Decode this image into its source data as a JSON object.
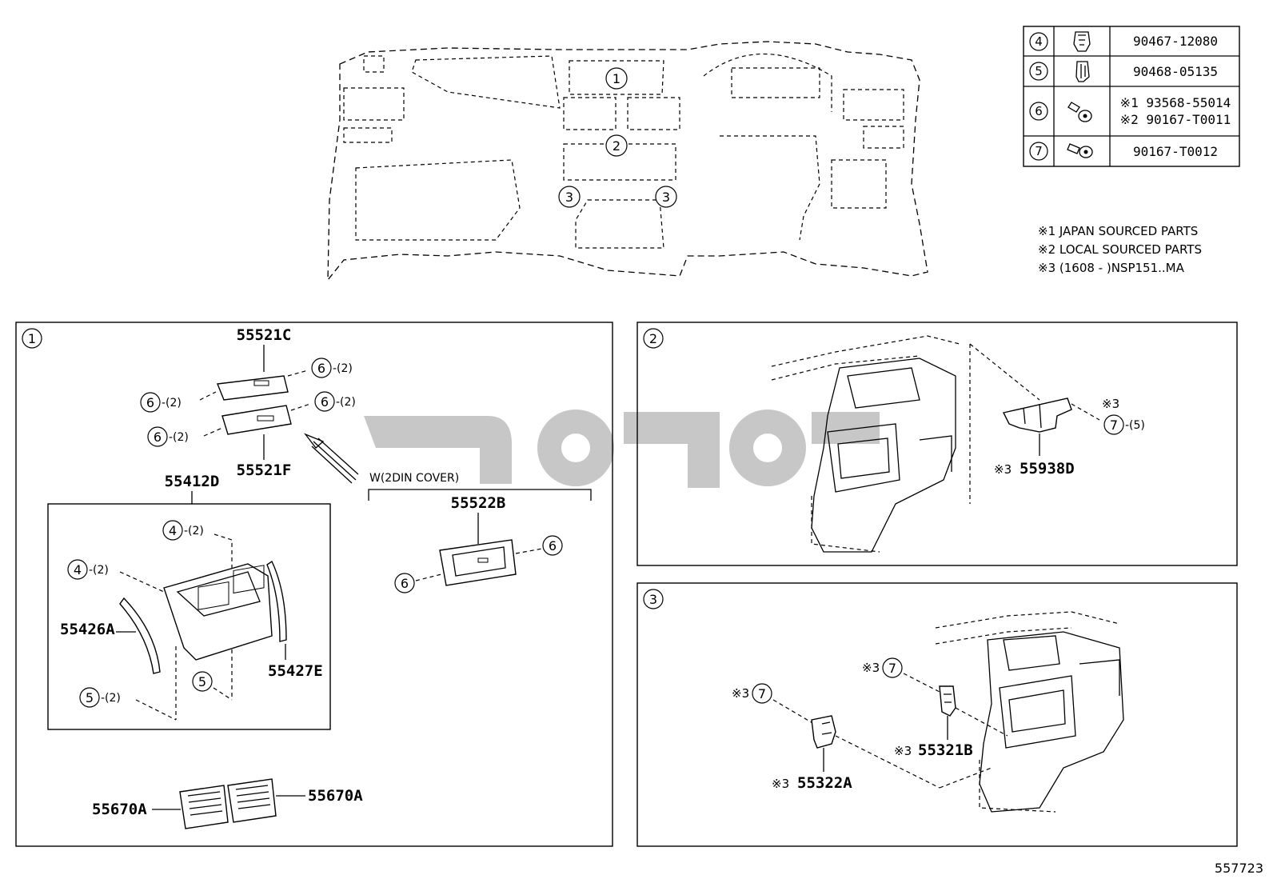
{
  "legend_table": [
    {
      "ref": "4",
      "part": "90467-12080",
      "icon": "clip-icon"
    },
    {
      "ref": "5",
      "part": "90468-05135",
      "icon": "clip-icon"
    },
    {
      "ref": "6",
      "parts": [
        "※1 93568-55014",
        "※2 90167-T0011"
      ],
      "icon": "screw-icon"
    },
    {
      "ref": "7",
      "part": "90167-T0012",
      "icon": "screw-icon"
    }
  ],
  "notes": [
    "※1 JAPAN SOURCED PARTS",
    "※2 LOCAL SOURCED PARTS",
    "※3 (1608 -      )NSP151..MA"
  ],
  "overview": {
    "callouts": [
      "1",
      "2",
      "3",
      "3"
    ]
  },
  "panel1": {
    "index": "1",
    "parts": {
      "p55521C": "55521C",
      "p55521F": "55521F",
      "p55412D": "55412D",
      "p55522B": "55522B",
      "p55426A": "55426A",
      "p55427E": "55427E",
      "p55670A_left": "55670A",
      "p55670A_right": "55670A"
    },
    "variant_label": "W(2DIN COVER)",
    "qty": "-(2)",
    "refs": {
      "r4": "4",
      "r5": "5",
      "r6": "6"
    }
  },
  "panel2": {
    "index": "2",
    "mark": "※3",
    "part": "55938D",
    "ref": "7",
    "ref_qty": "-(5)"
  },
  "panel3": {
    "index": "3",
    "mark": "※3",
    "part_a": "55321B",
    "part_b": "55322A",
    "ref": "7"
  },
  "diagram_id": "557723",
  "watermark_color": "#bdbdbd"
}
